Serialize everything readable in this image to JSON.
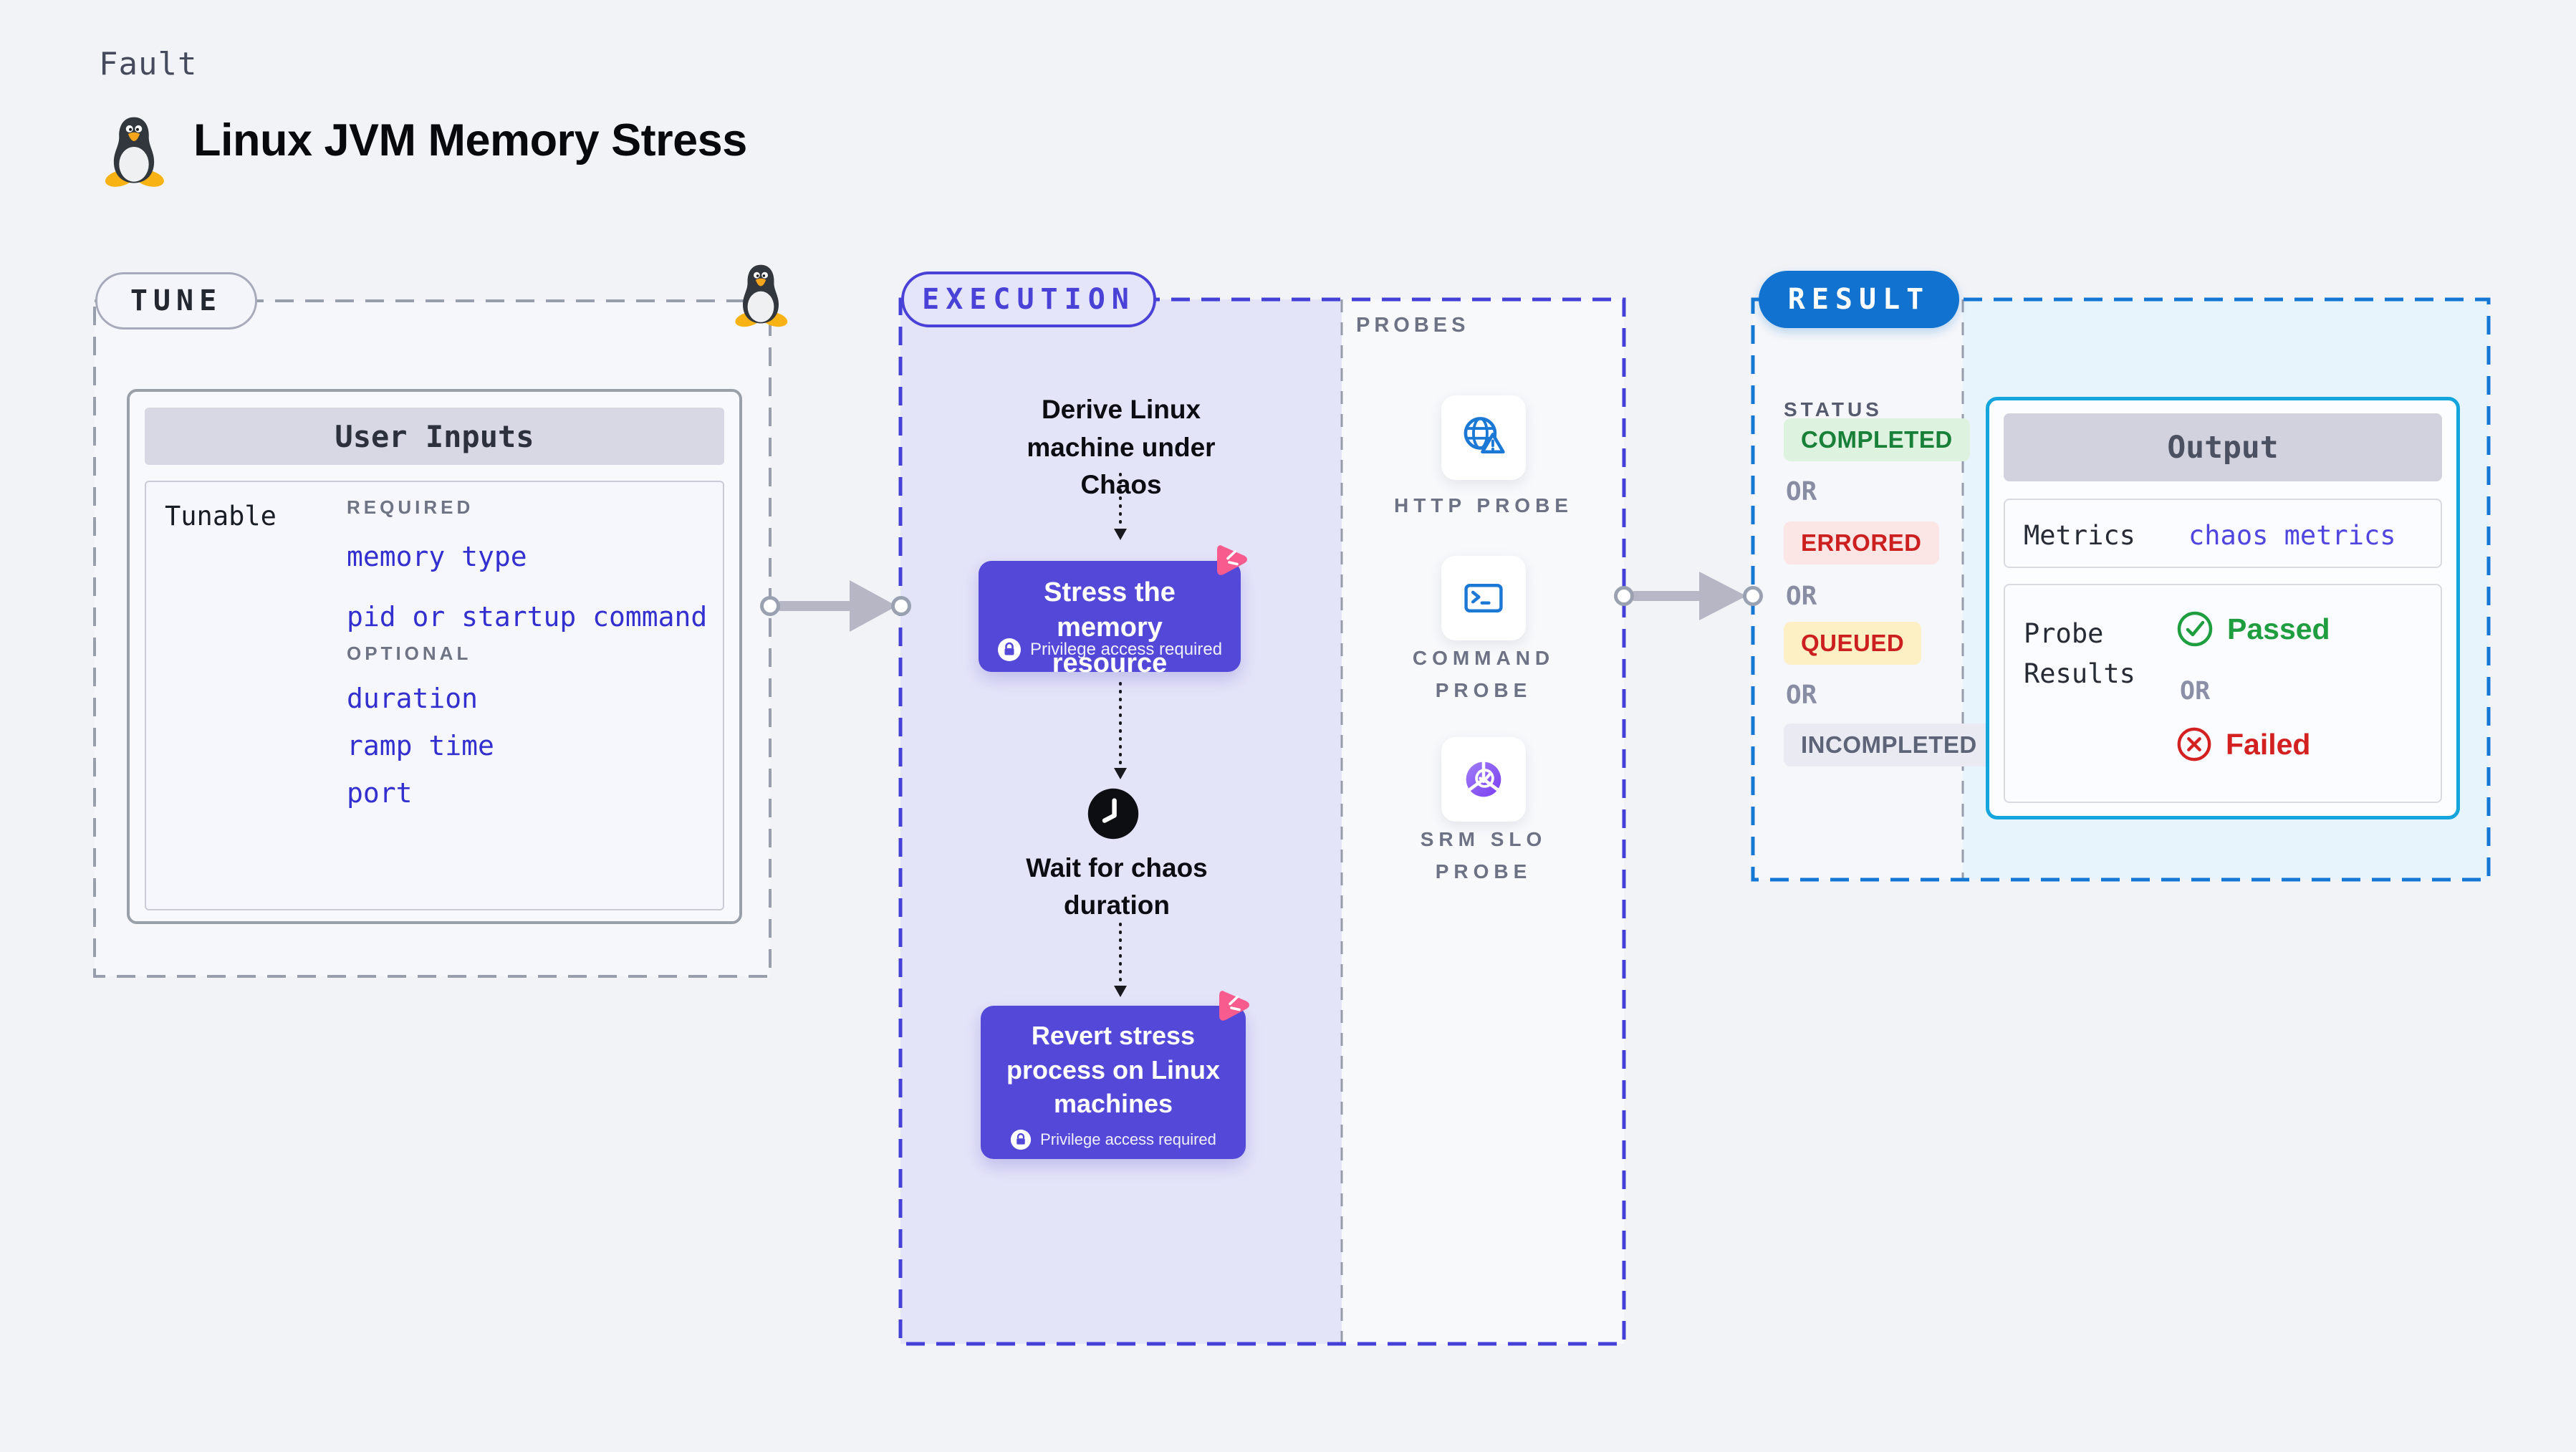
{
  "page": {
    "kicker": "Fault",
    "title": "Linux JVM Memory Stress"
  },
  "tune": {
    "label": "TUNE",
    "card_title": "User Inputs",
    "row_label": "Tunable",
    "required_label": "REQUIRED",
    "required_items": [
      "memory type",
      "pid or startup command"
    ],
    "optional_label": "OPTIONAL",
    "optional_items": [
      "duration",
      "ramp time",
      "port"
    ]
  },
  "execution": {
    "label": "EXECUTION",
    "steps": {
      "derive": "Derive Linux machine under Chaos",
      "stress": "Stress the memory resource",
      "wait": "Wait for chaos duration",
      "revert": "Revert stress process on Linux machines"
    },
    "privilege_note": "Privilege access required",
    "probes": {
      "label": "PROBES",
      "items": [
        {
          "name": "HTTP PROBE",
          "icon": "globe-alert-icon"
        },
        {
          "name": "COMMAND PROBE",
          "icon": "terminal-icon"
        },
        {
          "name": "SRM SLO PROBE",
          "icon": "slo-donut-check-icon"
        }
      ]
    }
  },
  "result": {
    "label": "RESULT",
    "status_label": "STATUS",
    "or_label": "OR",
    "statuses": [
      {
        "label": "COMPLETED",
        "text_color": "#188038",
        "bg_color": "#def2e0"
      },
      {
        "label": "ERRORED",
        "text_color": "#cc1f1f",
        "bg_color": "#fbe5e5"
      },
      {
        "label": "QUEUED",
        "text_color": "#cc1f1f",
        "bg_color": "#fdf0c4"
      },
      {
        "label": "INCOMPLETED",
        "text_color": "#5d6478",
        "bg_color": "#eaeaf2"
      }
    ],
    "output": {
      "title": "Output",
      "metrics_label": "Metrics",
      "metrics_value": "chaos metrics",
      "probe_results_label": "Probe Results",
      "passed_label": "Passed",
      "failed_label": "Failed"
    }
  },
  "colors": {
    "page_bg": "#f2f3f7",
    "tune_dash": "#989eac",
    "execution_dash": "#443fd6",
    "execution_fill": "#e4e4f9",
    "node_purple": "#5348d8",
    "chaos_pink": "#f85c8f",
    "result_dash": "#1577d4",
    "result_fill": "#e8f4fb",
    "result_pill_blue": "#1173cf",
    "output_border_cyan": "#14a5dc",
    "link_blue": "#3330cf",
    "metrics_indigo": "#5145e0",
    "passed_green": "#1f9e40",
    "failed_red": "#d32020",
    "arrow_gray": "#b6b6c5"
  }
}
